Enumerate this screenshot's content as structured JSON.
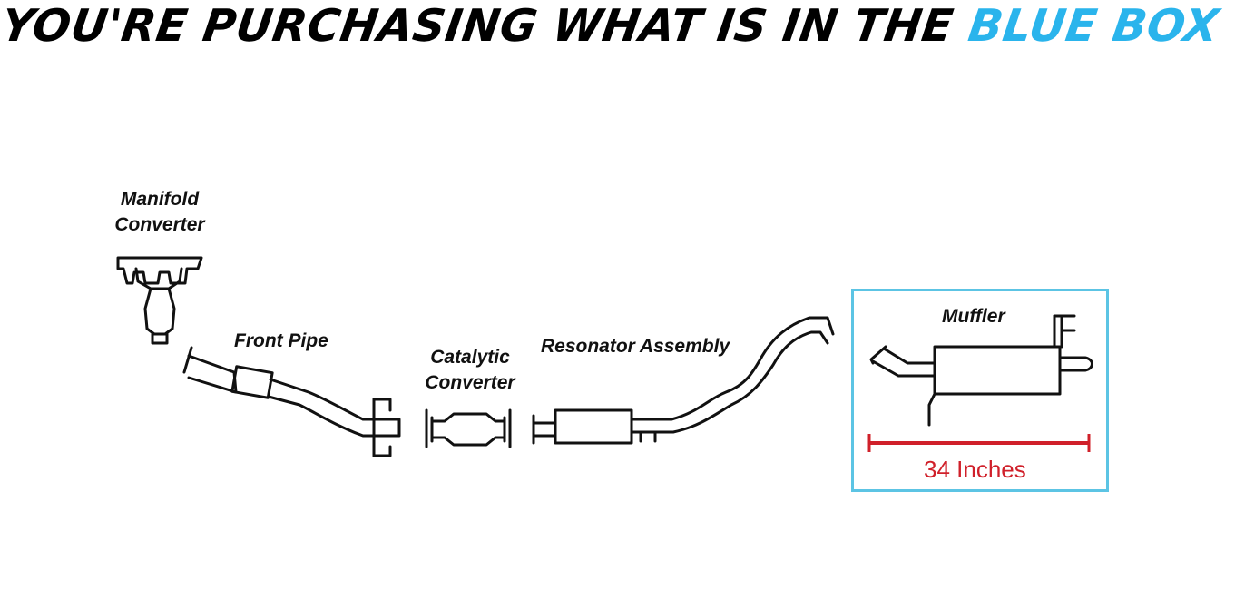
{
  "header": {
    "prefix": "YOU'RE PURCHASING WHAT IS IN THE",
    "highlight": "BLUE BOX",
    "highlight_color": "#2ab4ec"
  },
  "labels": {
    "manifold_line1": "Manifold",
    "manifold_line2": "Converter",
    "front_pipe": "Front Pipe",
    "catalytic_line1": "Catalytic",
    "catalytic_line2": "Converter",
    "resonator": "Resonator Assembly",
    "muffler": "Muffler"
  },
  "dimension": {
    "text": "34 Inches",
    "color": "#d0202a"
  },
  "box_color": "#5cc4e4"
}
